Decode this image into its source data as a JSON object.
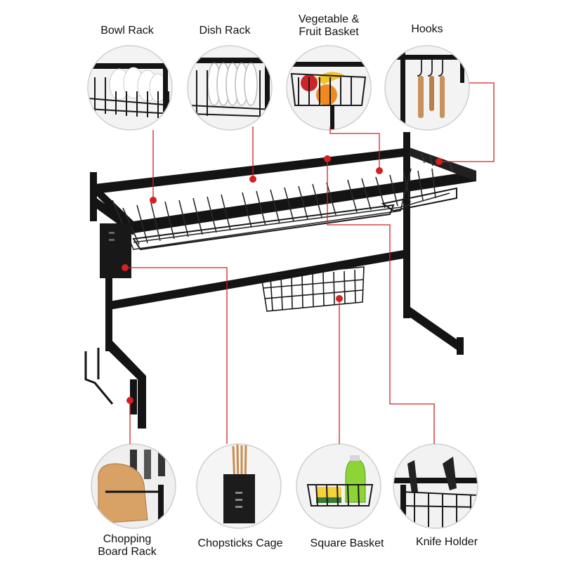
{
  "labels": {
    "bowl_rack": "Bowl Rack",
    "dish_rack": "Dish Rack",
    "veg_line1": "Vegetable &",
    "veg_line2": "Fruit Basket",
    "hooks": "Hooks",
    "chop_line1": "Chopping",
    "chop_line2": "Board Rack",
    "chopsticks_cage": "Chopsticks Cage",
    "square_basket": "Square Basket",
    "knife_holder": "Knife Holder"
  },
  "colors": {
    "frame": "#141414",
    "wire": "#2a2a2a",
    "callout": "#d42020",
    "circle_border": "#cfcfcf"
  }
}
